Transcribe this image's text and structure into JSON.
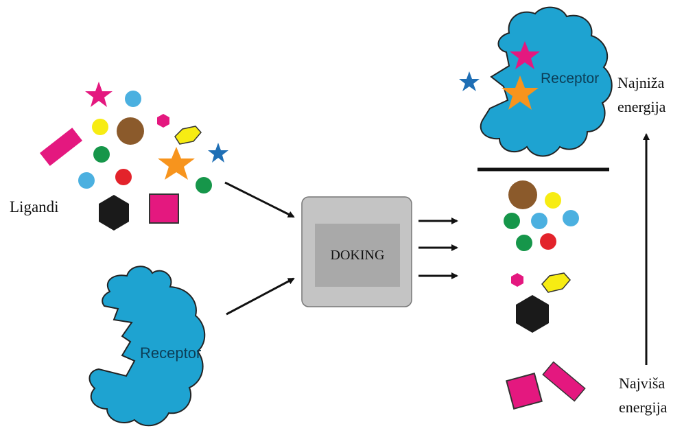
{
  "labels": {
    "ligands": "Ligandi",
    "receptor_left": "Receptor",
    "receptor_right": "Receptor",
    "docking": "DOKING",
    "lowest_energy_line1": "Najniža",
    "lowest_energy_line2": "energija",
    "highest_energy_line1": "Najviša",
    "highest_energy_line2": "energija"
  },
  "colors": {
    "receptor": "#1ea3d1",
    "magenta": "#e4187f",
    "light_blue": "#4bb0e0",
    "yellow": "#f7ec13",
    "brown": "#8b5a2b",
    "green": "#16964a",
    "red": "#e3232b",
    "orange": "#f7941d",
    "dark_blue": "#1f6fb5",
    "black": "#1a1a1a",
    "docking_box": "#c4c4c4",
    "docking_inner": "#a9a9a9"
  }
}
